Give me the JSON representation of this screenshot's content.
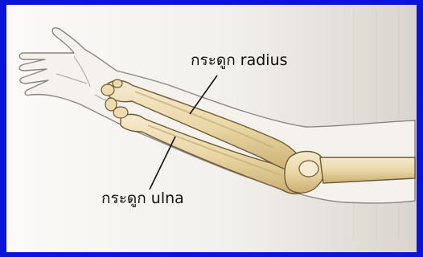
{
  "labels": {
    "radius": "กระดูก radius",
    "ulna": "กระดูก ulna"
  },
  "colors": {
    "frame": "#0a14d8",
    "background": "#f3f1ee",
    "skin_outline": "#8a8580",
    "bone_fill": "#ecdcae",
    "bone_shade": "#c8b27a",
    "bone_outline": "#6d5a32",
    "leader_line": "#111111"
  },
  "icons": [
    "forearm-illustration"
  ]
}
